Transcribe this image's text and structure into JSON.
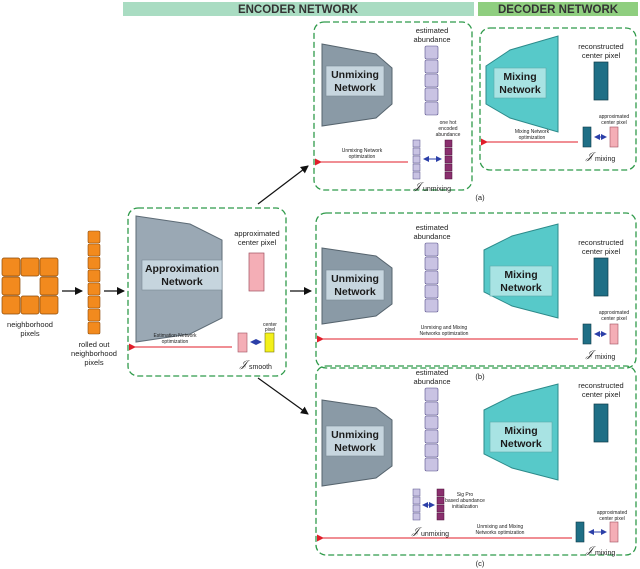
{
  "headers": {
    "encoder": "ENCODER NETWORK",
    "decoder": "DECODER NETWORK"
  },
  "input": {
    "neighborhood_line1": "neighborhood",
    "neighborhood_line2": "pixels",
    "rolled_line1": "rolled out",
    "rolled_line2": "neighborhood",
    "rolled_line3": "pixels"
  },
  "approximation": {
    "net_line1": "Approximation",
    "net_line2": "Network",
    "approx_line1": "approximated",
    "approx_line2": "center pixel",
    "center_line1": "center",
    "center_line2": "pixel",
    "opt_line1": "Estimation Network",
    "opt_line2": "optimization",
    "loss_symbol": "𝒥",
    "loss_sub": "smooth"
  },
  "panel_a": {
    "unmix_line1": "Unmixing",
    "unmix_line2": "Network",
    "est_line1": "estimated",
    "est_line2": "abundance",
    "onehot_line1": "one hot",
    "onehot_line2": "encoded",
    "onehot_line3": "abundance",
    "opt_line1": "Unmixing Network",
    "opt_line2": "optimization",
    "loss_symbol": "𝒥",
    "loss_sub": "unmixing",
    "mix_line1": "Mixing",
    "mix_line2": "Network",
    "recon_line1": "reconstructed",
    "recon_line2": "center pixel",
    "approx_line1": "approximated",
    "approx_line2": "center pixel",
    "mopt_line1": "Mixing Network",
    "mopt_line2": "optimization",
    "mloss_symbol": "𝒥",
    "mloss_sub": "mixing",
    "caption": "(a)"
  },
  "panel_b": {
    "unmix_line1": "Unmixing",
    "unmix_line2": "Network",
    "est_line1": "estimated",
    "est_line2": "abundance",
    "mix_line1": "Mixing",
    "mix_line2": "Network",
    "recon_line1": "reconstructed",
    "recon_line2": "center pixel",
    "approx_line1": "approximated",
    "approx_line2": "center pixel",
    "opt_line1": "Unmixing and Mixing",
    "opt_line2": "Networks optimization",
    "loss_symbol": "𝒥",
    "loss_sub": "mixing",
    "caption": "(b)"
  },
  "panel_c": {
    "unmix_line1": "Unmixing",
    "unmix_line2": "Network",
    "est_line1": "estimated",
    "est_line2": "abundance",
    "sig_line1": "Sig Pro",
    "sig_line2": "based abundance",
    "sig_line3": "initialization",
    "loss_u_symbol": "𝒥",
    "loss_u_sub": "unmixing",
    "mix_line1": "Mixing",
    "mix_line2": "Network",
    "recon_line1": "reconstructed",
    "recon_line2": "center pixel",
    "approx_line1": "approximated",
    "approx_line2": "center pixel",
    "opt_line1": "Unmixing and Mixing",
    "opt_line2": "Networks optimization",
    "loss_symbol": "𝒥",
    "loss_sub": "mixing",
    "caption": "(c)"
  },
  "colors": {
    "encoder_header": "#a9dcc2",
    "decoder_header": "#8fce7f",
    "dash_border": "#2f9a4a",
    "orange": "#f28a1e",
    "unmix_gray": "#8a9aa6",
    "approx_gray": "#9aa8b4",
    "mix_teal": "#57c9c9",
    "label_box": "#c6d5de",
    "mix_label_box": "#a8e3e3",
    "abundance": "#c9c3e3",
    "onehot": "#8a2f6e",
    "pink": "#f4aeb6",
    "yellow": "#f3f01a",
    "dark_teal": "#1f6f86",
    "red": "#e01e2a",
    "blue_arrow": "#2b3fa8"
  }
}
